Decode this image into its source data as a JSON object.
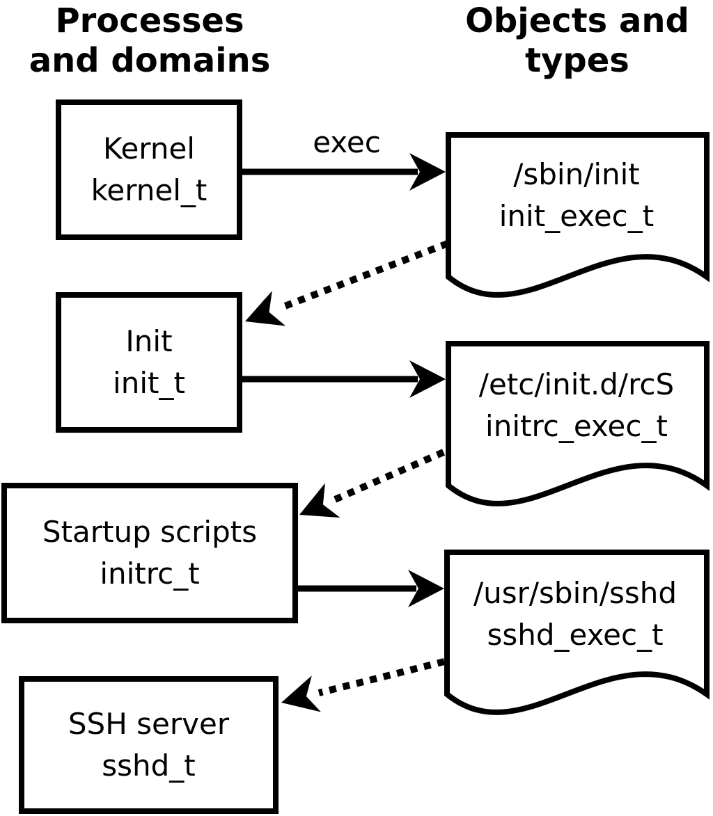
{
  "headers": {
    "left": {
      "line1": "Processes",
      "line2": "and domains"
    },
    "right": {
      "line1": "Objects and",
      "line2": "types"
    }
  },
  "processes": [
    {
      "name": "Kernel",
      "domain": "kernel_t"
    },
    {
      "name": "Init",
      "domain": "init_t"
    },
    {
      "name": "Startup scripts",
      "domain": "initrc_t"
    },
    {
      "name": "SSH server",
      "domain": "sshd_t"
    }
  ],
  "objects": [
    {
      "path": "/sbin/init",
      "type": "init_exec_t"
    },
    {
      "path": "/etc/init.d/rcS",
      "type": "initrc_exec_t"
    },
    {
      "path": "/usr/sbin/sshd",
      "type": "sshd_exec_t"
    }
  ],
  "edges": {
    "exec_label": "exec"
  },
  "colors": {
    "ink": "#000000",
    "background": "#ffffff"
  }
}
